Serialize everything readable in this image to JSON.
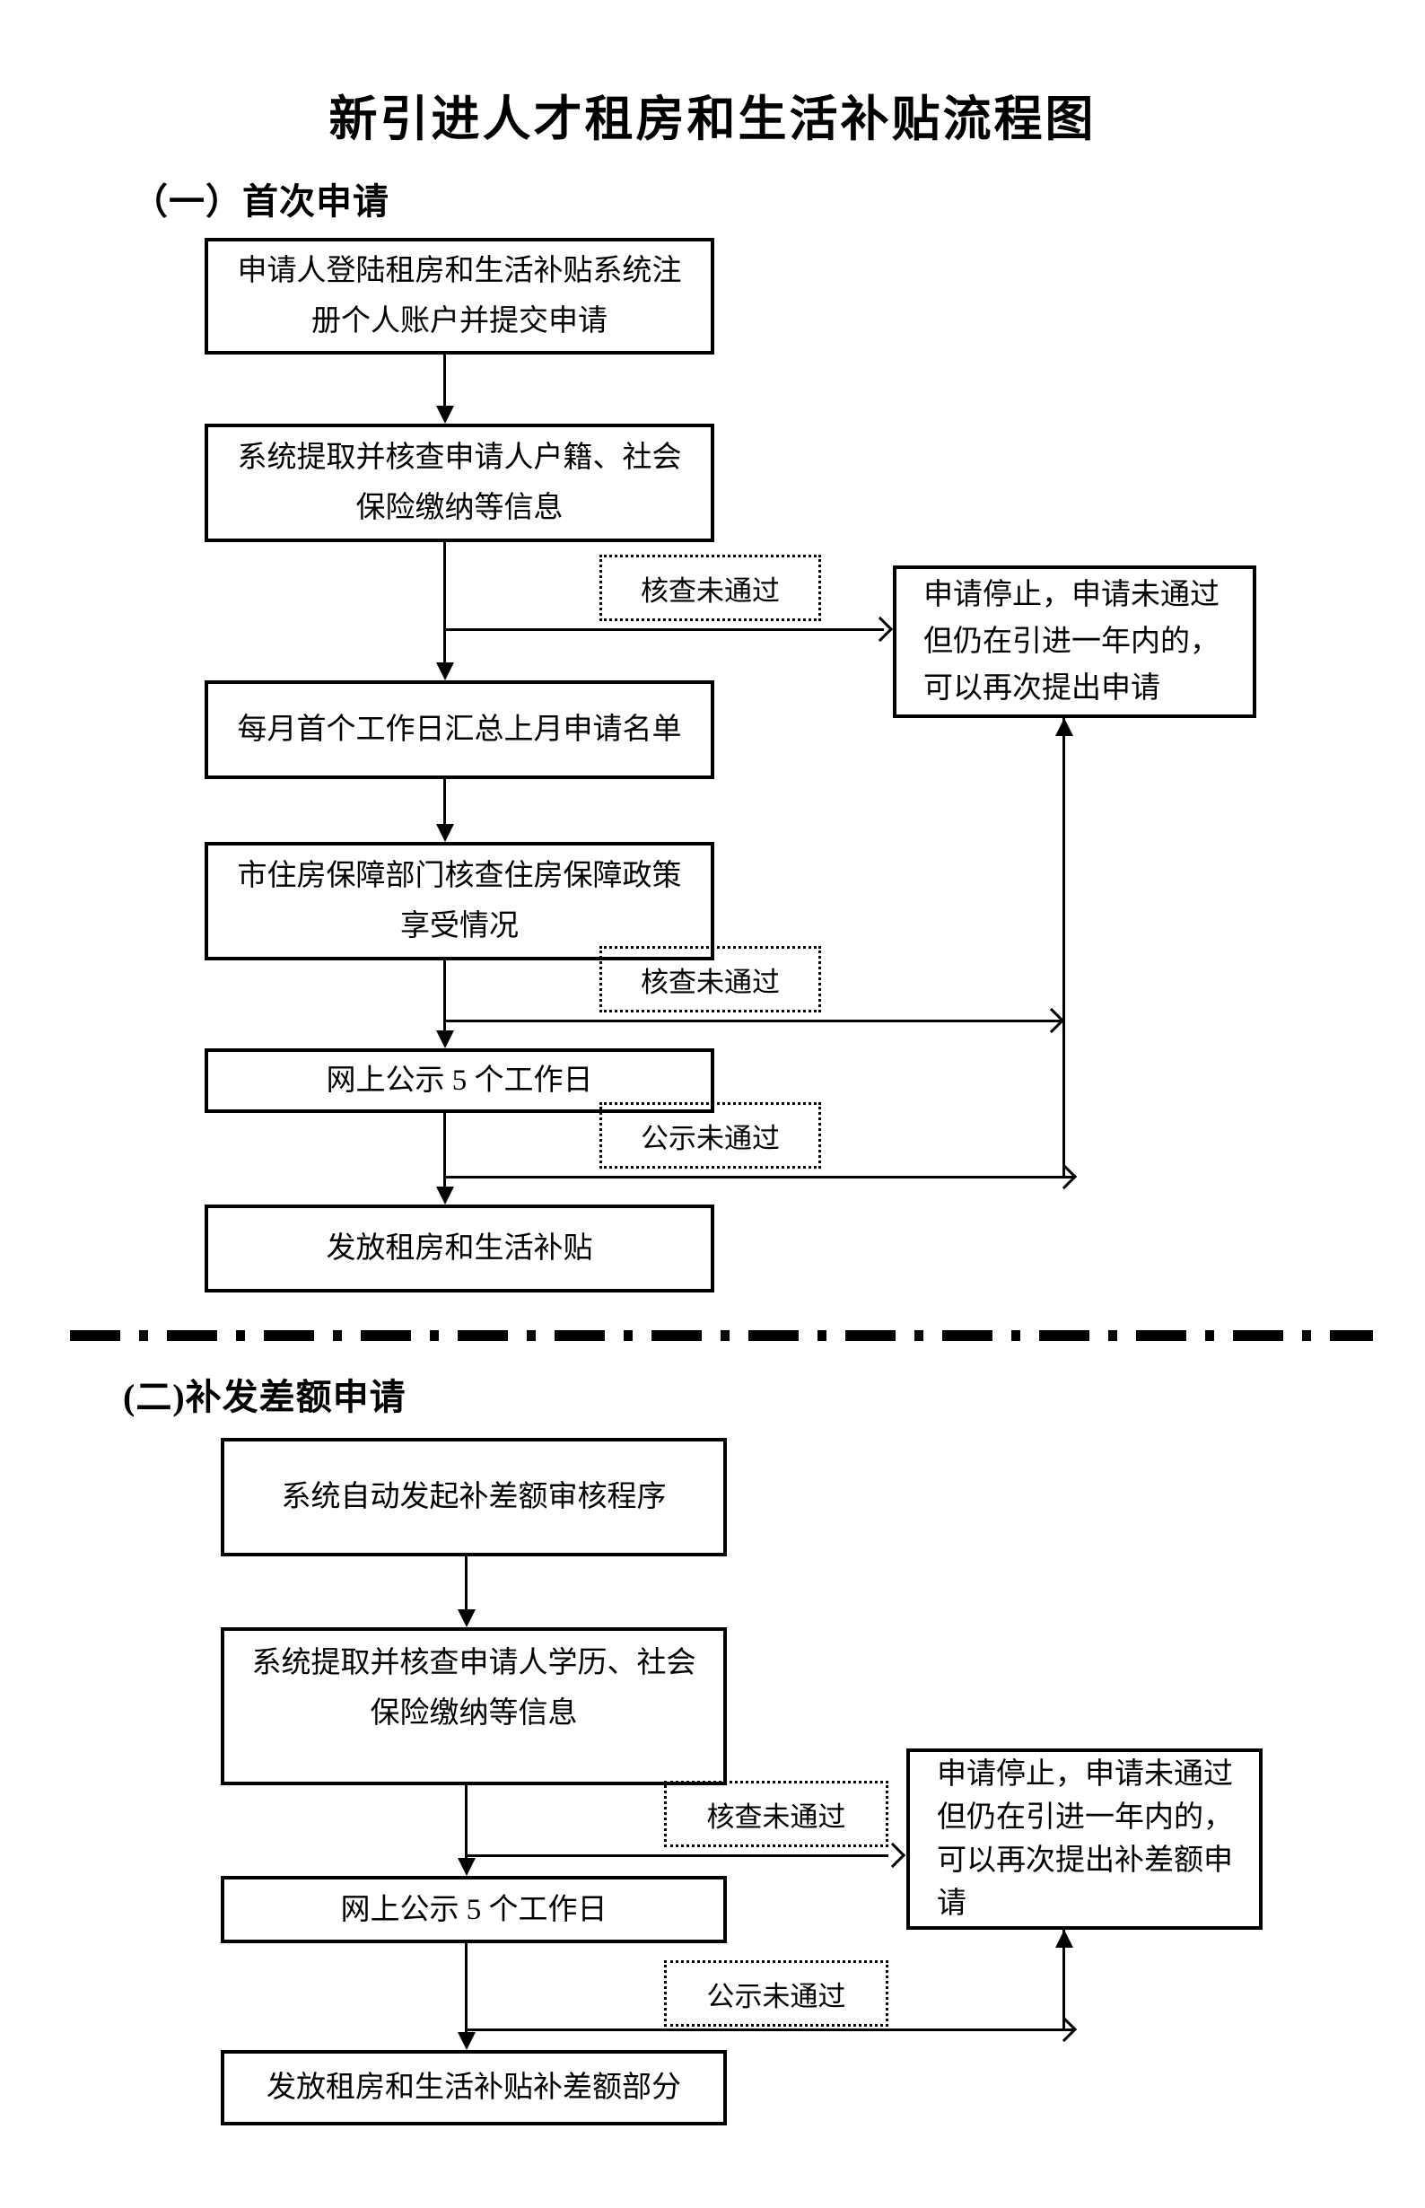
{
  "title": "新引进人才租房和生活补贴流程图",
  "colors": {
    "ink": "#000000",
    "background": "#ffffff"
  },
  "section1": {
    "heading": "（一）首次申请",
    "box1": "申请人登陆租房和生活补贴系统注\n册个人账户并提交申请",
    "box2": "系统提取并核查申请人户籍、社会\n保险缴纳等信息",
    "box3": "每月首个工作日汇总上月申请名单",
    "box4": "市住房保障部门核查住房保障政策\n享受情况",
    "box5": "网上公示 5 个工作日",
    "box6": "发放租房和生活补贴",
    "label_check1": "核查未通过",
    "label_check2": "核查未通过",
    "label_publicity": "公示未通过",
    "stop_box": "申请停止，申请未通过\n但仍在引进一年内的，\n可以再次提出申请"
  },
  "section2": {
    "heading": "(二)补发差额申请",
    "box1": "系统自动发起补差额审核程序",
    "box2": "系统提取并核查申请人学历、社会\n保险缴纳等信息",
    "box3": "网上公示 5 个工作日",
    "box4": "发放租房和生活补贴补差额部分",
    "label_check": "核查未通过",
    "label_publicity": "公示未通过",
    "stop_box": "申请停止，申请未通过\n但仍在引进一年内的，\n可以再次提出补差额申\n请"
  }
}
